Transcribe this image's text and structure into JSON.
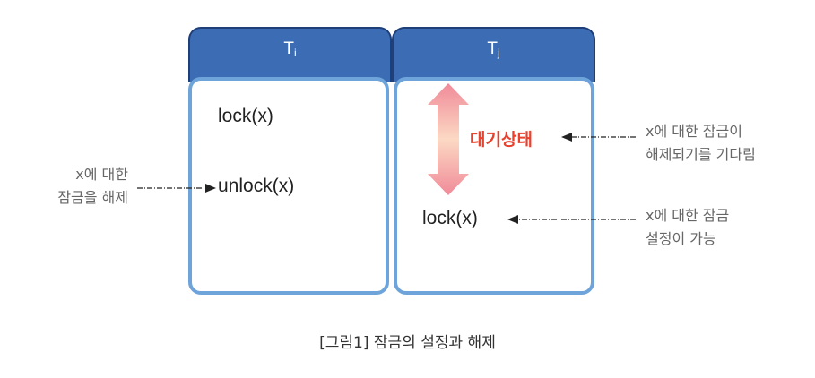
{
  "columns": [
    {
      "name": "T",
      "subscript": "i"
    },
    {
      "name": "T",
      "subscript": "j"
    }
  ],
  "ti_ops": {
    "lock": "lock(x)",
    "unlock": "unlock(x)"
  },
  "tj_ops": {
    "wait_state": "대기상태",
    "lock": "lock(x)"
  },
  "annotations": {
    "left_line1": "x에 대한",
    "left_line2": "잠금을 해제",
    "right_top_line1": "x에 대한 잠금이",
    "right_top_line2": "해제되기를 기다림",
    "right_bottom_line1": "x에 대한 잠금",
    "right_bottom_line2": "설정이 가능"
  },
  "caption": "[그림1] 잠금의 설정과 해제",
  "colors": {
    "header_fill": "#3c6cb4",
    "header_border": "#1f3f78",
    "body_border": "#6fa4da",
    "wait_text": "#e8412e",
    "arrow_pink": "#f08a98"
  }
}
